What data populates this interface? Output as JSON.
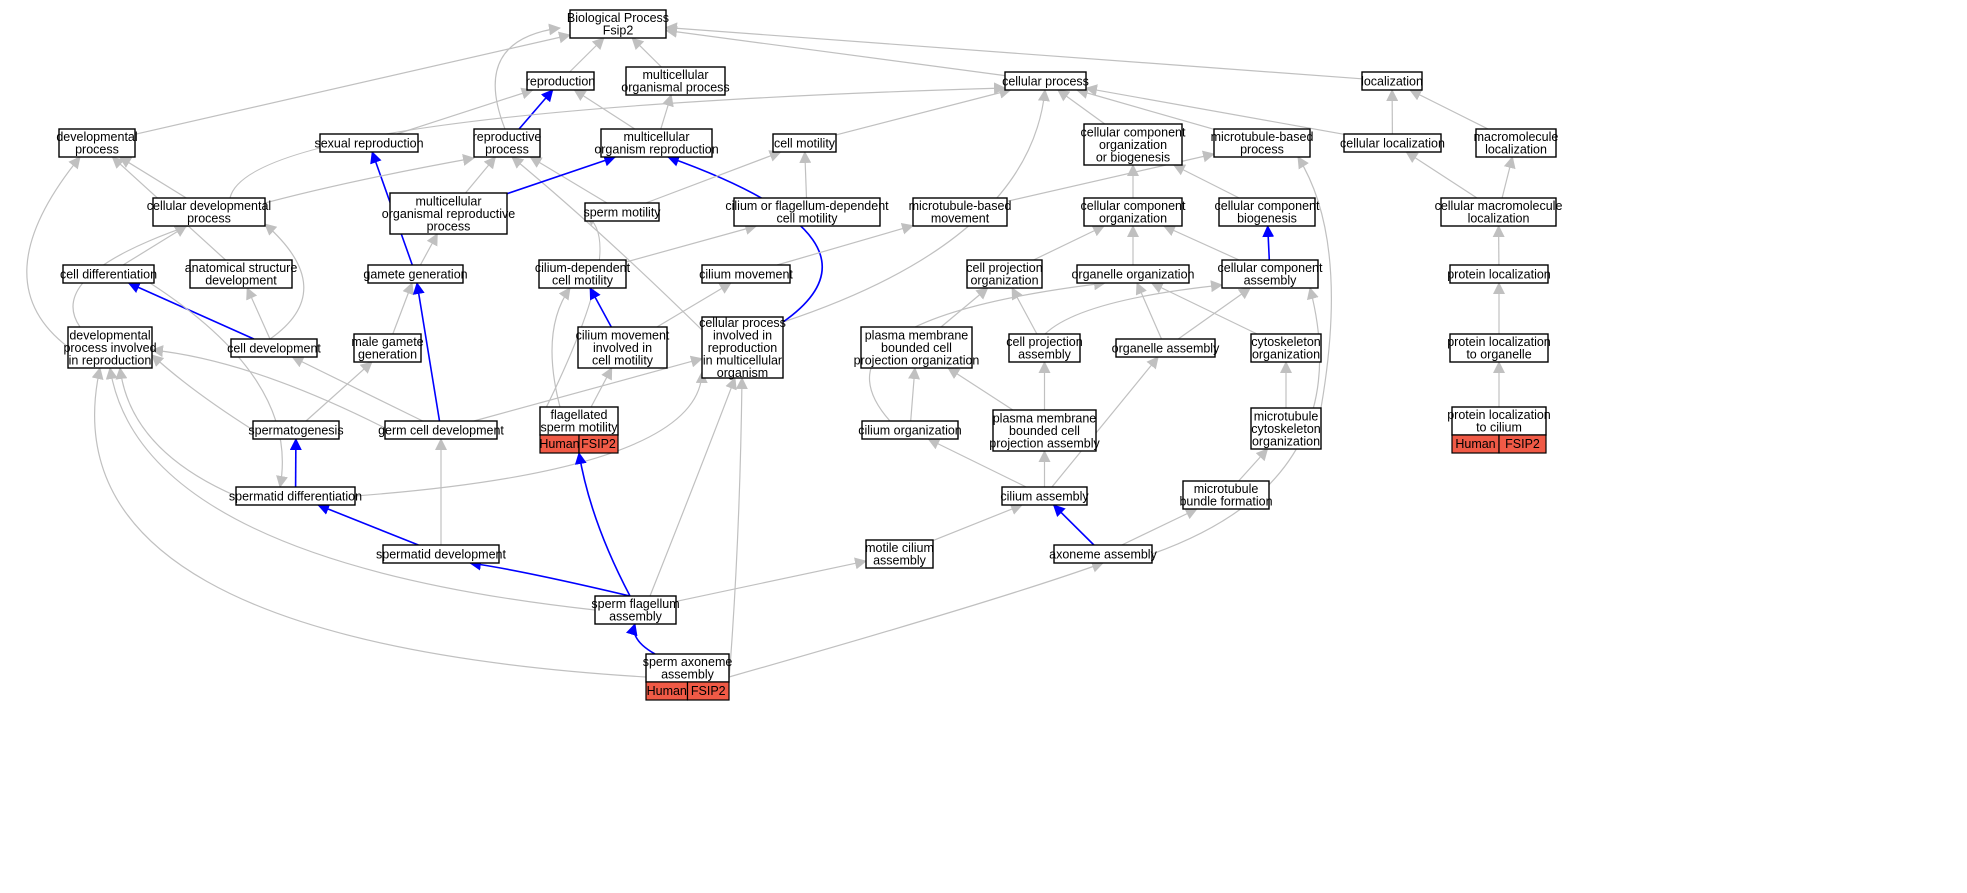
{
  "colors": {
    "gray_edge": "#c0c0c0",
    "blue_edge": "#0000ff",
    "badge_fill": "#f05a46",
    "node_border": "#000000",
    "background": "#ffffff"
  },
  "badges": {
    "left": "Human",
    "right": "FSIP2"
  },
  "nodes": [
    {
      "id": "bp",
      "lines": [
        "Biological Process",
        "Fsip2"
      ]
    },
    {
      "id": "reproduction",
      "lines": [
        "reproduction"
      ]
    },
    {
      "id": "multicellular_organismal_process",
      "lines": [
        "multicellular",
        "organismal process"
      ]
    },
    {
      "id": "cellular_process",
      "lines": [
        "cellular process"
      ]
    },
    {
      "id": "localization",
      "lines": [
        "localization"
      ]
    },
    {
      "id": "developmental_process",
      "lines": [
        "developmental",
        "process"
      ]
    },
    {
      "id": "sexual_reproduction",
      "lines": [
        "sexual reproduction"
      ]
    },
    {
      "id": "reproductive_process",
      "lines": [
        "reproductive",
        "process"
      ]
    },
    {
      "id": "multicellular_organism_reproduction",
      "lines": [
        "multicellular",
        "organism reproduction"
      ]
    },
    {
      "id": "cell_motility",
      "lines": [
        "cell motility"
      ]
    },
    {
      "id": "ccob",
      "lines": [
        "cellular component",
        "organization",
        "or biogenesis"
      ]
    },
    {
      "id": "mt_based_process",
      "lines": [
        "microtubule-based",
        "process"
      ]
    },
    {
      "id": "cellular_localization",
      "lines": [
        "cellular localization"
      ]
    },
    {
      "id": "macromolecule_localization",
      "lines": [
        "macromolecule",
        "localization"
      ]
    },
    {
      "id": "cellular_developmental_process",
      "lines": [
        "cellular developmental",
        "process"
      ]
    },
    {
      "id": "mc_org_repro_process",
      "lines": [
        "multicellular",
        "organismal reproductive",
        "process"
      ]
    },
    {
      "id": "sperm_motility",
      "lines": [
        "sperm motility"
      ]
    },
    {
      "id": "cilium_flagellum_motility",
      "lines": [
        "cilium or flagellum-dependent",
        "cell motility"
      ]
    },
    {
      "id": "mt_based_movement",
      "lines": [
        "microtubule-based",
        "movement"
      ]
    },
    {
      "id": "cc_organization",
      "lines": [
        "cellular component",
        "organization"
      ]
    },
    {
      "id": "cc_biogenesis",
      "lines": [
        "cellular component",
        "biogenesis"
      ]
    },
    {
      "id": "cellular_macromolecule_localization",
      "lines": [
        "cellular macromolecule",
        "localization"
      ]
    },
    {
      "id": "cell_differentiation",
      "lines": [
        "cell differentiation"
      ]
    },
    {
      "id": "anatomical_structure_development",
      "lines": [
        "anatomical structure",
        "development"
      ]
    },
    {
      "id": "gamete_generation",
      "lines": [
        "gamete generation"
      ]
    },
    {
      "id": "cilium_dependent_motility",
      "lines": [
        "cilium-dependent",
        "cell motility"
      ]
    },
    {
      "id": "cilium_movement",
      "lines": [
        "cilium movement"
      ]
    },
    {
      "id": "cell_projection_organization",
      "lines": [
        "cell projection",
        "organization"
      ]
    },
    {
      "id": "organelle_organization",
      "lines": [
        "organelle organization"
      ]
    },
    {
      "id": "cc_assembly",
      "lines": [
        "cellular component",
        "assembly"
      ]
    },
    {
      "id": "protein_localization",
      "lines": [
        "protein localization"
      ]
    },
    {
      "id": "dev_process_reproduction",
      "lines": [
        "developmental",
        "process involved",
        "in reproduction"
      ]
    },
    {
      "id": "cell_development",
      "lines": [
        "cell development"
      ]
    },
    {
      "id": "male_gamete_generation",
      "lines": [
        "male gamete",
        "generation"
      ]
    },
    {
      "id": "cilium_movement_motility",
      "lines": [
        "cilium movement",
        "involved in",
        "cell motility"
      ]
    },
    {
      "id": "cellular_process_reproduction",
      "lines": [
        "cellular process",
        "involved in",
        "reproduction",
        "in multicellular",
        "organism"
      ]
    },
    {
      "id": "pm_projection_organization",
      "lines": [
        "plasma membrane",
        "bounded cell",
        "projection organization"
      ]
    },
    {
      "id": "cell_projection_assembly",
      "lines": [
        "cell projection",
        "assembly"
      ]
    },
    {
      "id": "organelle_assembly",
      "lines": [
        "organelle assembly"
      ]
    },
    {
      "id": "cytoskeleton_organization",
      "lines": [
        "cytoskeleton",
        "organization"
      ]
    },
    {
      "id": "protein_localization_organelle",
      "lines": [
        "protein localization",
        "to organelle"
      ]
    },
    {
      "id": "spermatogenesis",
      "lines": [
        "spermatogenesis"
      ]
    },
    {
      "id": "germ_cell_development",
      "lines": [
        "germ cell development"
      ]
    },
    {
      "id": "flagellated_sperm_motility",
      "lines": [
        "flagellated",
        "sperm motility"
      ],
      "badge": true
    },
    {
      "id": "cilium_organization",
      "lines": [
        "cilium organization"
      ]
    },
    {
      "id": "pm_projection_assembly",
      "lines": [
        "plasma membrane",
        "bounded cell",
        "projection assembly"
      ]
    },
    {
      "id": "mt_cytoskeleton_organization",
      "lines": [
        "microtubule",
        "cytoskeleton",
        "organization"
      ]
    },
    {
      "id": "protein_localization_cilium",
      "lines": [
        "protein localization",
        "to cilium"
      ],
      "badge": true
    },
    {
      "id": "spermatid_differentiation",
      "lines": [
        "spermatid differentiation"
      ]
    },
    {
      "id": "cilium_assembly",
      "lines": [
        "cilium assembly"
      ]
    },
    {
      "id": "mt_bundle_formation",
      "lines": [
        "microtubule",
        "bundle formation"
      ]
    },
    {
      "id": "spermatid_development",
      "lines": [
        "spermatid development"
      ]
    },
    {
      "id": "motile_cilium_assembly",
      "lines": [
        "motile cilium",
        "assembly"
      ]
    },
    {
      "id": "axoneme_assembly",
      "lines": [
        "axoneme assembly"
      ]
    },
    {
      "id": "sperm_flagellum_assembly",
      "lines": [
        "sperm flagellum",
        "assembly"
      ]
    },
    {
      "id": "sperm_axoneme_assembly",
      "lines": [
        "sperm axoneme",
        "assembly"
      ],
      "badge": true
    }
  ],
  "edges": [
    {
      "from": "reproduction",
      "to": "bp",
      "type": "gray"
    },
    {
      "from": "multicellular_organismal_process",
      "to": "bp",
      "type": "gray"
    },
    {
      "from": "cellular_process",
      "to": "bp",
      "type": "gray"
    },
    {
      "from": "localization",
      "to": "bp",
      "type": "gray"
    },
    {
      "from": "developmental_process",
      "to": "bp",
      "type": "gray"
    },
    {
      "from": "reproductive_process",
      "to": "bp",
      "type": "gray"
    },
    {
      "from": "sexual_reproduction",
      "to": "reproduction",
      "type": "gray"
    },
    {
      "from": "reproductive_process",
      "to": "reproduction",
      "type": "blue"
    },
    {
      "from": "multicellular_organism_reproduction",
      "to": "reproduction",
      "type": "gray"
    },
    {
      "from": "multicellular_organism_reproduction",
      "to": "multicellular_organismal_process",
      "type": "gray"
    },
    {
      "from": "cell_motility",
      "to": "cellular_process",
      "type": "gray"
    },
    {
      "from": "ccob",
      "to": "cellular_process",
      "type": "gray"
    },
    {
      "from": "mt_based_process",
      "to": "cellular_process",
      "type": "gray"
    },
    {
      "from": "cellular_localization",
      "to": "cellular_process",
      "type": "gray"
    },
    {
      "from": "cellular_developmental_process",
      "to": "cellular_process",
      "type": "gray"
    },
    {
      "from": "cellular_process_reproduction",
      "to": "cellular_process",
      "type": "gray"
    },
    {
      "from": "cellular_localization",
      "to": "localization",
      "type": "gray"
    },
    {
      "from": "macromolecule_localization",
      "to": "localization",
      "type": "gray"
    },
    {
      "from": "gamete_generation",
      "to": "sexual_reproduction",
      "type": "blue"
    },
    {
      "from": "mc_org_repro_process",
      "to": "reproductive_process",
      "type": "gray"
    },
    {
      "from": "sperm_motility",
      "to": "reproductive_process",
      "type": "gray"
    },
    {
      "from": "cellular_process_reproduction",
      "to": "reproductive_process",
      "type": "gray"
    },
    {
      "from": "dev_process_reproduction",
      "to": "reproductive_process",
      "type": "gray"
    },
    {
      "from": "mc_org_repro_process",
      "to": "multicellular_organism_reproduction",
      "type": "blue"
    },
    {
      "from": "cellular_process_reproduction",
      "to": "multicellular_organism_reproduction",
      "type": "blue"
    },
    {
      "from": "sperm_motility",
      "to": "cell_motility",
      "type": "gray"
    },
    {
      "from": "cilium_flagellum_motility",
      "to": "cell_motility",
      "type": "gray"
    },
    {
      "from": "cc_organization",
      "to": "ccob",
      "type": "gray"
    },
    {
      "from": "cc_biogenesis",
      "to": "ccob",
      "type": "gray"
    },
    {
      "from": "mt_based_movement",
      "to": "mt_based_process",
      "type": "gray"
    },
    {
      "from": "mt_cytoskeleton_organization",
      "to": "mt_based_process",
      "type": "gray"
    },
    {
      "from": "cellular_macromolecule_localization",
      "to": "cellular_localization",
      "type": "gray"
    },
    {
      "from": "cellular_macromolecule_localization",
      "to": "macromolecule_localization",
      "type": "gray"
    },
    {
      "from": "cellular_developmental_process",
      "to": "developmental_process",
      "type": "gray"
    },
    {
      "from": "anatomical_structure_development",
      "to": "developmental_process",
      "type": "gray"
    },
    {
      "from": "dev_process_reproduction",
      "to": "developmental_process",
      "type": "gray"
    },
    {
      "from": "cell_differentiation",
      "to": "cellular_developmental_process",
      "type": "gray"
    },
    {
      "from": "cell_development",
      "to": "cellular_developmental_process",
      "type": "gray"
    },
    {
      "from": "gamete_generation",
      "to": "mc_org_repro_process",
      "type": "gray"
    },
    {
      "from": "flagellated_sperm_motility",
      "to": "sperm_motility",
      "type": "gray"
    },
    {
      "from": "cilium_dependent_motility",
      "to": "cilium_flagellum_motility",
      "type": "gray"
    },
    {
      "from": "cilium_movement",
      "to": "mt_based_movement",
      "type": "gray"
    },
    {
      "from": "cell_projection_organization",
      "to": "cc_organization",
      "type": "gray"
    },
    {
      "from": "organelle_organization",
      "to": "cc_organization",
      "type": "gray"
    },
    {
      "from": "cc_assembly",
      "to": "cc_organization",
      "type": "gray"
    },
    {
      "from": "cc_assembly",
      "to": "cc_biogenesis",
      "type": "blue"
    },
    {
      "from": "protein_localization",
      "to": "cellular_macromolecule_localization",
      "type": "gray"
    },
    {
      "from": "cell_development",
      "to": "cell_differentiation",
      "type": "blue"
    },
    {
      "from": "cell_development",
      "to": "anatomical_structure_development",
      "type": "gray"
    },
    {
      "from": "male_gamete_generation",
      "to": "gamete_generation",
      "type": "gray"
    },
    {
      "from": "germ_cell_development",
      "to": "gamete_generation",
      "type": "blue"
    },
    {
      "from": "cilium_movement_motility",
      "to": "cilium_dependent_motility",
      "type": "blue"
    },
    {
      "from": "flagellated_sperm_motility",
      "to": "cilium_dependent_motility",
      "type": "gray"
    },
    {
      "from": "cilium_movement_motility",
      "to": "cilium_movement",
      "type": "gray"
    },
    {
      "from": "cell_projection_assembly",
      "to": "cell_projection_organization",
      "type": "gray"
    },
    {
      "from": "pm_projection_organization",
      "to": "cell_projection_organization",
      "type": "gray"
    },
    {
      "from": "organelle_assembly",
      "to": "organelle_organization",
      "type": "gray"
    },
    {
      "from": "cytoskeleton_organization",
      "to": "organelle_organization",
      "type": "gray"
    },
    {
      "from": "cilium_organization",
      "to": "organelle_organization",
      "type": "gray"
    },
    {
      "from": "cell_projection_assembly",
      "to": "cc_assembly",
      "type": "gray"
    },
    {
      "from": "organelle_assembly",
      "to": "cc_assembly",
      "type": "gray"
    },
    {
      "from": "axoneme_assembly",
      "to": "cc_assembly",
      "type": "gray"
    },
    {
      "from": "protein_localization_organelle",
      "to": "protein_localization",
      "type": "gray"
    },
    {
      "from": "cell_differentiation",
      "to": "spermatid_differentiation",
      "type": "gray",
      "reverse": true
    },
    {
      "from": "germ_cell_development",
      "to": "cell_development",
      "type": "gray"
    },
    {
      "from": "spermatogenesis",
      "to": "male_gamete_generation",
      "type": "gray"
    },
    {
      "from": "flagellated_sperm_motility",
      "to": "cilium_movement_motility",
      "type": "gray"
    },
    {
      "from": "germ_cell_development",
      "to": "cellular_process_reproduction",
      "type": "gray"
    },
    {
      "from": "spermatid_differentiation",
      "to": "cellular_process_reproduction",
      "type": "gray"
    },
    {
      "from": "sperm_flagellum_assembly",
      "to": "cellular_process_reproduction",
      "type": "gray"
    },
    {
      "from": "sperm_axoneme_assembly",
      "to": "cellular_process_reproduction",
      "type": "gray"
    },
    {
      "from": "cilium_organization",
      "to": "pm_projection_organization",
      "type": "gray"
    },
    {
      "from": "pm_projection_assembly",
      "to": "pm_projection_organization",
      "type": "gray"
    },
    {
      "from": "pm_projection_assembly",
      "to": "cell_projection_assembly",
      "type": "gray"
    },
    {
      "from": "cilium_assembly",
      "to": "organelle_assembly",
      "type": "gray"
    },
    {
      "from": "mt_cytoskeleton_organization",
      "to": "cytoskeleton_organization",
      "type": "gray"
    },
    {
      "from": "protein_localization_cilium",
      "to": "protein_localization_organelle",
      "type": "gray"
    },
    {
      "from": "spermatid_differentiation",
      "to": "spermatogenesis",
      "type": "blue"
    },
    {
      "from": "spermatogenesis",
      "to": "dev_process_reproduction",
      "type": "gray"
    },
    {
      "from": "germ_cell_development",
      "to": "dev_process_reproduction",
      "type": "gray"
    },
    {
      "from": "spermatid_differentiation",
      "to": "dev_process_reproduction",
      "type": "gray"
    },
    {
      "from": "sperm_flagellum_assembly",
      "to": "dev_process_reproduction",
      "type": "gray"
    },
    {
      "from": "sperm_axoneme_assembly",
      "to": "dev_process_reproduction",
      "type": "gray"
    },
    {
      "from": "spermatid_development",
      "to": "germ_cell_development",
      "type": "gray"
    },
    {
      "from": "sperm_flagellum_assembly",
      "to": "flagellated_sperm_motility",
      "type": "blue"
    },
    {
      "from": "cilium_assembly",
      "to": "cilium_organization",
      "type": "gray"
    },
    {
      "from": "cilium_assembly",
      "to": "pm_projection_assembly",
      "type": "gray"
    },
    {
      "from": "mt_bundle_formation",
      "to": "mt_cytoskeleton_organization",
      "type": "gray"
    },
    {
      "from": "spermatid_development",
      "to": "spermatid_differentiation",
      "type": "blue"
    },
    {
      "from": "motile_cilium_assembly",
      "to": "cilium_assembly",
      "type": "gray"
    },
    {
      "from": "axoneme_assembly",
      "to": "cilium_assembly",
      "type": "blue"
    },
    {
      "from": "axoneme_assembly",
      "to": "mt_bundle_formation",
      "type": "gray"
    },
    {
      "from": "sperm_flagellum_assembly",
      "to": "spermatid_development",
      "type": "blue"
    },
    {
      "from": "sperm_flagellum_assembly",
      "to": "motile_cilium_assembly",
      "type": "gray"
    },
    {
      "from": "sperm_axoneme_assembly",
      "to": "sperm_flagellum_assembly",
      "type": "blue"
    },
    {
      "from": "sperm_axoneme_assembly",
      "to": "axoneme_assembly",
      "type": "gray"
    }
  ]
}
